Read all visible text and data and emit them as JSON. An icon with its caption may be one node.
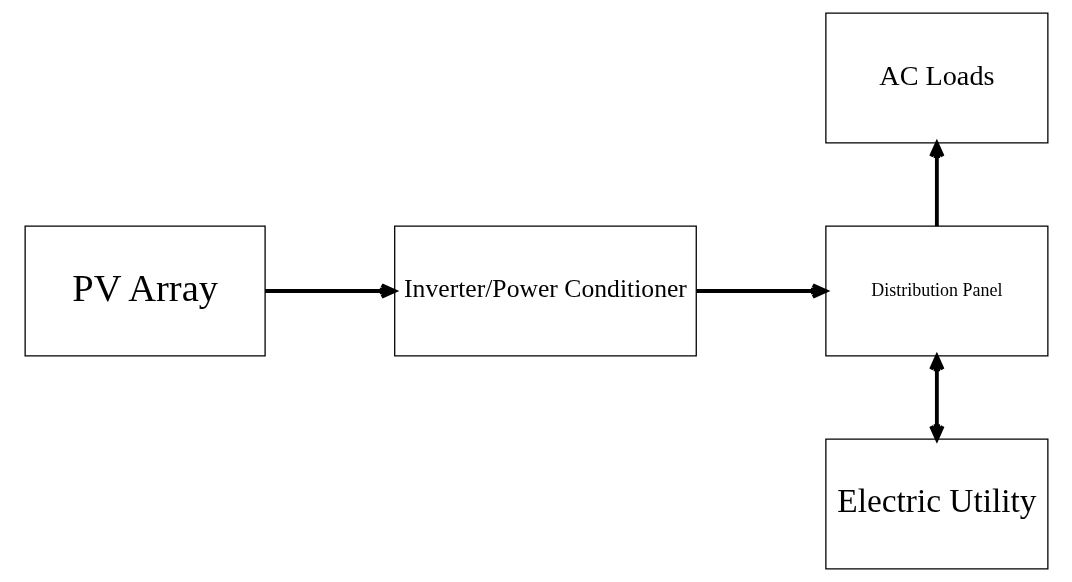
{
  "diagram": {
    "nodes": [
      {
        "text": [
          "PV Array"
        ]
      },
      {
        "text": [
          "Inverter/Power Conditioner"
        ]
      },
      {
        "text": [
          "Distribution Panel"
        ]
      },
      {
        "text": [
          "AC Loads"
        ]
      },
      {
        "text": [
          "Electric Utility"
        ]
      }
    ],
    "edges": [
      {
        "from": 0,
        "to": 1,
        "arrow": "to"
      },
      {
        "from": 1,
        "to": 2,
        "arrow": "to"
      },
      {
        "from": 2,
        "to": 3,
        "arrow": "to"
      },
      {
        "from": 2,
        "to": 4,
        "arrow": "both"
      }
    ]
  }
}
